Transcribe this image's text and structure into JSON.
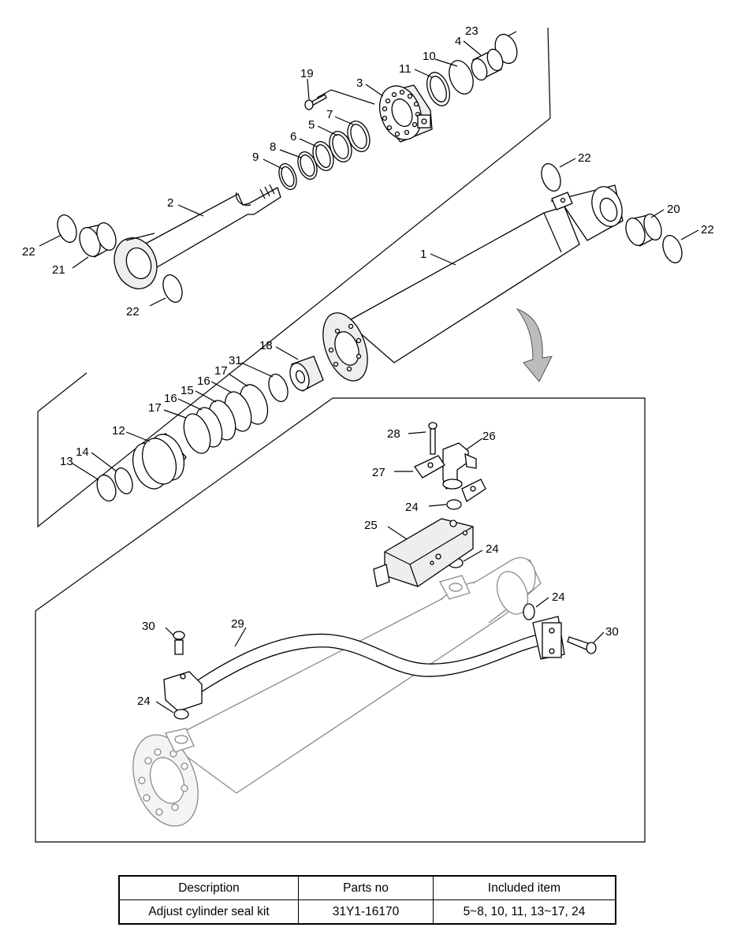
{
  "callouts": {
    "c1": "1",
    "c2": "2",
    "c3": "3",
    "c4": "4",
    "c5": "5",
    "c6": "6",
    "c7": "7",
    "c8": "8",
    "c9": "9",
    "c10": "10",
    "c11": "11",
    "c12": "12",
    "c13": "13",
    "c14": "14",
    "c15": "15",
    "c16a": "16",
    "c16b": "16",
    "c17a": "17",
    "c17b": "17",
    "c18": "18",
    "c19": "19",
    "c20": "20",
    "c21": "21",
    "c22a": "22",
    "c22b": "22",
    "c22c": "22",
    "c22d": "22",
    "c23": "23",
    "c24a": "24",
    "c24b": "24",
    "c24c": "24",
    "c24d": "24",
    "c25": "25",
    "c26": "26",
    "c27": "27",
    "c28": "28",
    "c29": "29",
    "c30a": "30",
    "c30b": "30",
    "c31": "31"
  },
  "kit_table": {
    "headers": [
      "Description",
      "Parts no",
      "Included item"
    ],
    "rows": [
      [
        "Adjust cylinder seal kit",
        "31Y1-16170",
        "5~8, 10, 11, 13~17, 24"
      ]
    ]
  }
}
